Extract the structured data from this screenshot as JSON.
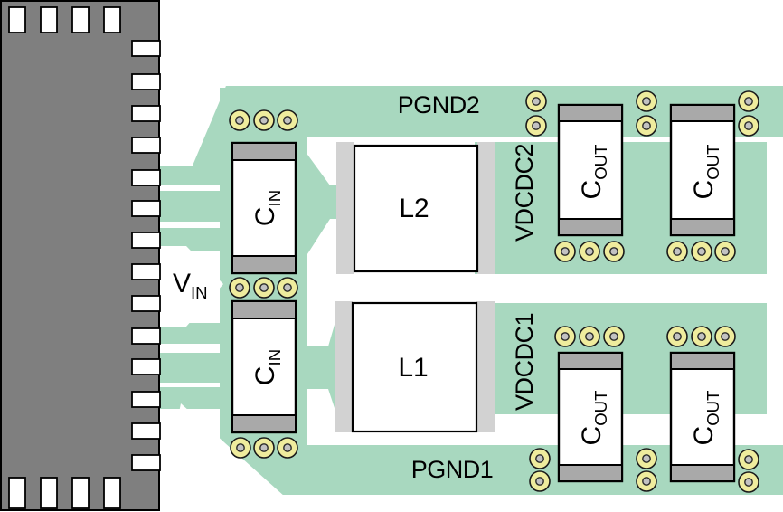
{
  "diagram": {
    "type": "pcb-layout",
    "description": "DC/DC converter PCB layout with IC, input capacitors, inductors, output capacitors, copper planes and vias",
    "via_count": 33
  },
  "colors": {
    "copper": "#a8d8bf",
    "ic_body": "#7f7f7f",
    "pad": "#ffffff",
    "terminal": "#a9a9a9",
    "inductor_pad": "#d2d2d2",
    "via_outer": "#efec9d",
    "via_inner": "#c2c2c2",
    "outline": "#000000"
  },
  "labels": {
    "pgnd2": "PGND2",
    "pgnd1": "PGND1",
    "vdcdc2": "VDCDC2",
    "vdcdc1": "VDCDC1",
    "l2": "L2",
    "l1": "L1",
    "vin": {
      "main": "V",
      "sub": "IN"
    },
    "cin": {
      "main": "C",
      "sub": "IN"
    },
    "cout": {
      "main": "C",
      "sub": "OUT"
    }
  }
}
